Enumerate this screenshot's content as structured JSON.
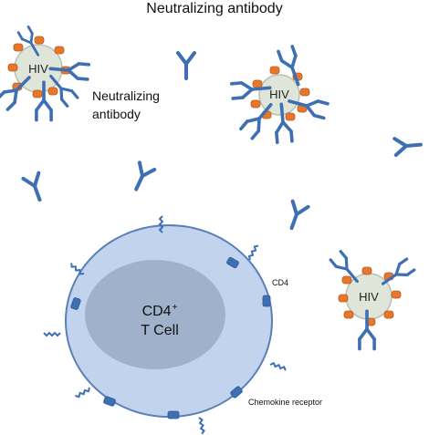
{
  "title": "Neutralizing antibody",
  "labels": {
    "neutralizing_antibody_line1": "Neutralizing",
    "neutralizing_antibody_line2": "antibody",
    "cd4": "CD4",
    "chemokine_receptor": "Chemokine receptor",
    "cell_line1": "CD4",
    "cell_superscript": "+",
    "cell_line2": "T Cell",
    "virus": "HIV"
  },
  "colors": {
    "antibody": "#3f6fb3",
    "antibody_dark": "#2e5a98",
    "virion_fill": "#dfe5d9",
    "virion_stroke": "#b9c2b2",
    "spike": "#e8772b",
    "cell_outer": "#c2d3ee",
    "cell_outer_stroke": "#5b80b8",
    "cell_nucleus": "#9fb1cb",
    "receptor": "#3f6fb3"
  }
}
